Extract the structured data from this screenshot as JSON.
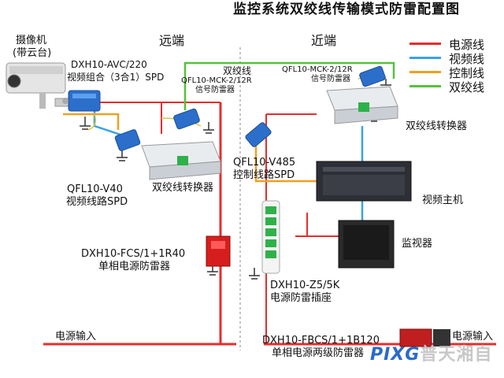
{
  "title": "监控系统双绞线传输模式防雷配置图",
  "sections": {
    "far_end": "远端",
    "near_end": "近端"
  },
  "legend": [
    {
      "label": "电源线",
      "color": "#e52d2d"
    },
    {
      "label": "视频线",
      "color": "#3aa3e3"
    },
    {
      "label": "控制线",
      "color": "#f0a020"
    },
    {
      "label": "双绞线",
      "color": "#55c23a"
    }
  ],
  "labels": {
    "camera_line1": "摄像机",
    "camera_line2": "(带云台)",
    "combo_spd_model": "DXH10-AVC/220",
    "combo_spd_desc": "视频组合（3合1）SPD",
    "twisted_pair": "双绞线",
    "signal_spd_far_model": "QFL10-MCK-2/12R",
    "signal_spd_far_desc": "信号防雷器",
    "signal_spd_near_model": "QFL10-MCK-2/12R",
    "signal_spd_near_desc": "信号防雷器",
    "video_spd_model": "QFL10-V40",
    "video_spd_desc": "视频线路SPD",
    "converter_far": "双绞线转换器",
    "converter_near": "双绞线转换器",
    "control_spd_model": "QFL10-V485",
    "control_spd_desc": "控制线路SPD",
    "video_host": "视频主机",
    "monitor": "监视器",
    "power_spd_model": "DXH10-FCS/1+1R40",
    "power_spd_desc": "单相电源防雷器",
    "socket_model": "DXH10-Z5/5K",
    "socket_desc": "电源防雷插座",
    "power_in_left": "电源输入",
    "power_in_right": "电源输入",
    "power2_model": "DXH10-FBCS/1+1B120",
    "power2_desc": "单相电源两级防雷器",
    "logo_a": "PIXG",
    "logo_b": "普天湘自"
  }
}
